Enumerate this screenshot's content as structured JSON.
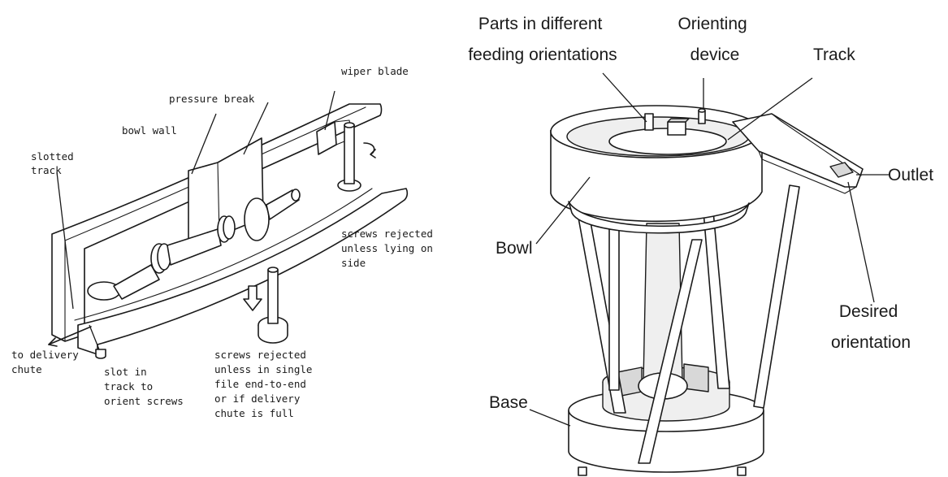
{
  "left_diagram": {
    "labels": {
      "wiper_blade": "wiper blade",
      "pressure_break": "pressure break",
      "bowl_wall": "bowl wall",
      "slotted_track": [
        "slotted",
        "track"
      ],
      "screws_side": [
        "screws rejected",
        "unless lying on",
        "side"
      ],
      "to_delivery_chute": [
        "to delivery",
        "chute"
      ],
      "slot_in_track": [
        "slot in",
        "track to",
        "orient screws"
      ],
      "screws_single_file": [
        "screws rejected",
        "unless in single",
        "file end-to-end",
        "or if delivery",
        "chute is full"
      ]
    }
  },
  "right_diagram": {
    "labels": {
      "parts_orientations": [
        "Parts in different",
        "feeding orientations"
      ],
      "orienting_device": [
        "Orienting",
        "device"
      ],
      "track": "Track",
      "outlet": "Outlet",
      "bowl": "Bowl",
      "desired_orientation": [
        "Desired",
        "orientation"
      ],
      "base": "Base"
    }
  }
}
